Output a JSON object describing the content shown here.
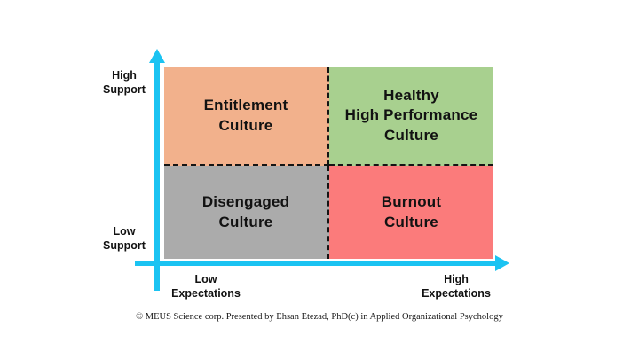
{
  "matrix": {
    "quadrants": [
      {
        "position": "top-left",
        "lines": [
          "Entitlement",
          "Culture"
        ],
        "bg": "#F2B18C"
      },
      {
        "position": "top-right",
        "lines": [
          "Healthy",
          "High Performance",
          "Culture"
        ],
        "bg": "#A8D08F"
      },
      {
        "position": "bottom-left",
        "lines": [
          "Disengaged",
          "Culture"
        ],
        "bg": "#ABABAB"
      },
      {
        "position": "bottom-right",
        "lines": [
          "Burnout",
          "Culture"
        ],
        "bg": "#FB7B7B"
      }
    ]
  },
  "axes": {
    "color": "#1BC3F2",
    "y_high_label": [
      "High",
      "Support"
    ],
    "y_low_label": [
      "Low",
      "Support"
    ],
    "x_low_label": [
      "Low",
      "Expectations"
    ],
    "x_high_label": [
      "High",
      "Expectations"
    ]
  },
  "footer": {
    "credit": "© MEUS Science corp. Presented by Ehsan Etezad, PhD(c) in Applied Organizational Psychology"
  }
}
